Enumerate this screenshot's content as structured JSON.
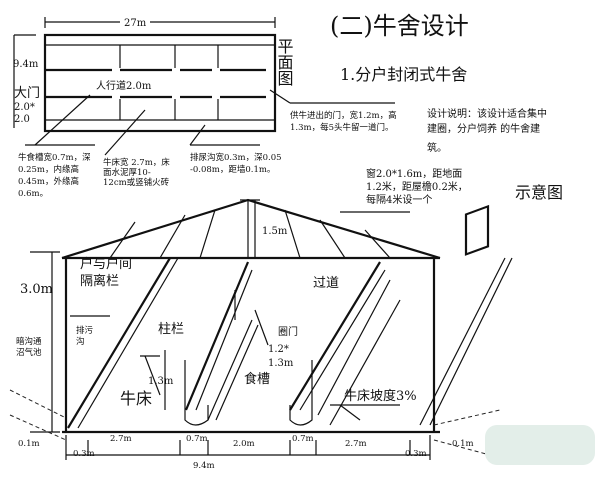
{
  "title": "(二)牛舍设计",
  "subtitle": "1.分户封闭式牛舍",
  "plan": {
    "label": "平面图",
    "width_dim": "27m",
    "depth_dim": "9.4m",
    "gate_label": "大门",
    "gate_size_1": "2.0*",
    "gate_size_2": "2.0",
    "aisle": "人行道2.0m",
    "trough_note": [
      "牛食槽宽0.7m，深",
      "0.25m，内缘高",
      "0.45m，外缘高",
      "0.6m。"
    ],
    "bed_note": [
      "牛床宽 2.7m，床",
      "面水泥厚10-",
      "12cm或竖铺火砖"
    ],
    "drain_note": [
      "排尿沟宽0.3m，深0.05",
      "-0.08m，距墙0.1m。"
    ],
    "door_note": [
      "供牛进出的门，宽1.2m，高",
      "1.3m，每5头牛留一道门。"
    ],
    "design_note": [
      "设计说明：该设计适合集中",
      "建圈，分户饲养 的牛舍建",
      "筑。"
    ]
  },
  "section": {
    "label": "示意图",
    "window_note": [
      "窗2.0*1.6m，距地面",
      "1.2米，距屋檐0.2米，",
      "每隔4米设一个"
    ],
    "roof_height": "1.5m",
    "wall_height": "3.0m",
    "partition": [
      "户与户间",
      "隔离栏"
    ],
    "aisle": "过道",
    "drain": [
      "排污",
      "沟"
    ],
    "biogas": [
      "暗沟通",
      "沼气池"
    ],
    "post_rail": "柱栏",
    "pen_door": [
      "圈门",
      "1.2*",
      "1.3m"
    ],
    "trough": "食槽",
    "rail_height": "1.3m",
    "bed": "牛床",
    "bed_slope": "牛床坡度3%",
    "dims": {
      "left_gap": "0.1m",
      "left_drain": "0.3m",
      "left_bed": "2.7m",
      "left_trough": "0.7m",
      "aisle": "2.0m",
      "right_trough": "0.7m",
      "right_bed": "2.7m",
      "right_drain": "0.3m",
      "right_gap": "0.1m",
      "total": "9.4m"
    }
  }
}
